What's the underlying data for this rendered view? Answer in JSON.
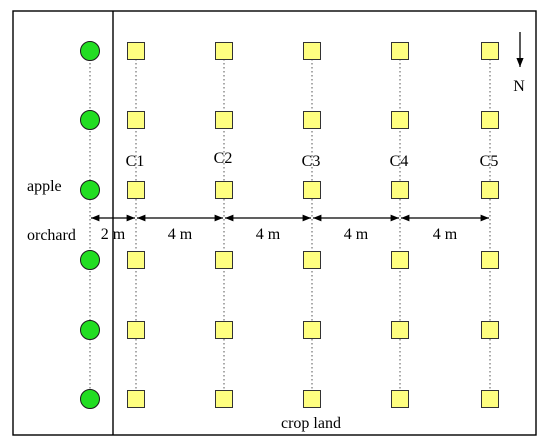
{
  "diagram": {
    "north_label": "N",
    "orchard_label_1": "apple",
    "orchard_label_2": "orchard",
    "crop_label": "crop land",
    "columns": [
      "C1",
      "C2",
      "C3",
      "C4",
      "C5"
    ],
    "spacings": [
      "2 m",
      "4 m",
      "4 m",
      "4 m",
      "4 m"
    ],
    "rows": 6,
    "colors": {
      "tree": "#22dd22",
      "plot": "#ffff80",
      "line": "#000000"
    }
  }
}
